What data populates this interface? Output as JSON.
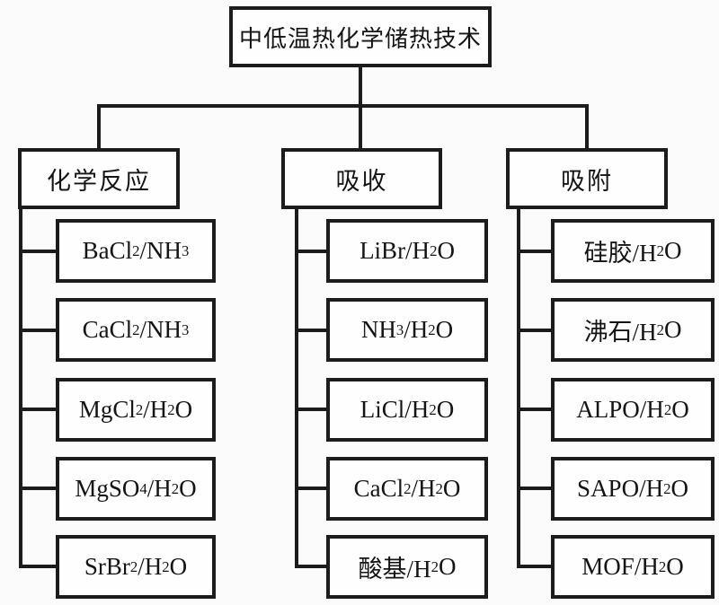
{
  "diagram": {
    "title": "中低温热化学储热技术",
    "root": {
      "label": "中低温热化学储热技术"
    },
    "branches": [
      {
        "label": "化学反应",
        "children": [
          "BaCl~2~/NH~3~",
          "CaCl~2~/NH~3~",
          "MgCl~2~/H~2~O",
          "MgSO~4~/H~2~O",
          "SrBr~2~/H~2~O"
        ]
      },
      {
        "label": "吸收",
        "children": [
          "LiBr/H~2~O",
          "NH~3~/H~2~O",
          "LiCl/H~2~O",
          "CaCl~2~/H~2~O",
          "酸基/H~2~O"
        ]
      },
      {
        "label": "吸附",
        "children": [
          "硅胶/H~2~O",
          "沸石/H~2~O",
          "ALPO/H~2~O",
          "SAPO/H~2~O",
          "MOF/H~2~O"
        ]
      }
    ],
    "colors": {
      "line": "#1c1c1c",
      "box_fill": "#fefefe",
      "background": "#fbfbfb",
      "text": "#141414"
    }
  }
}
